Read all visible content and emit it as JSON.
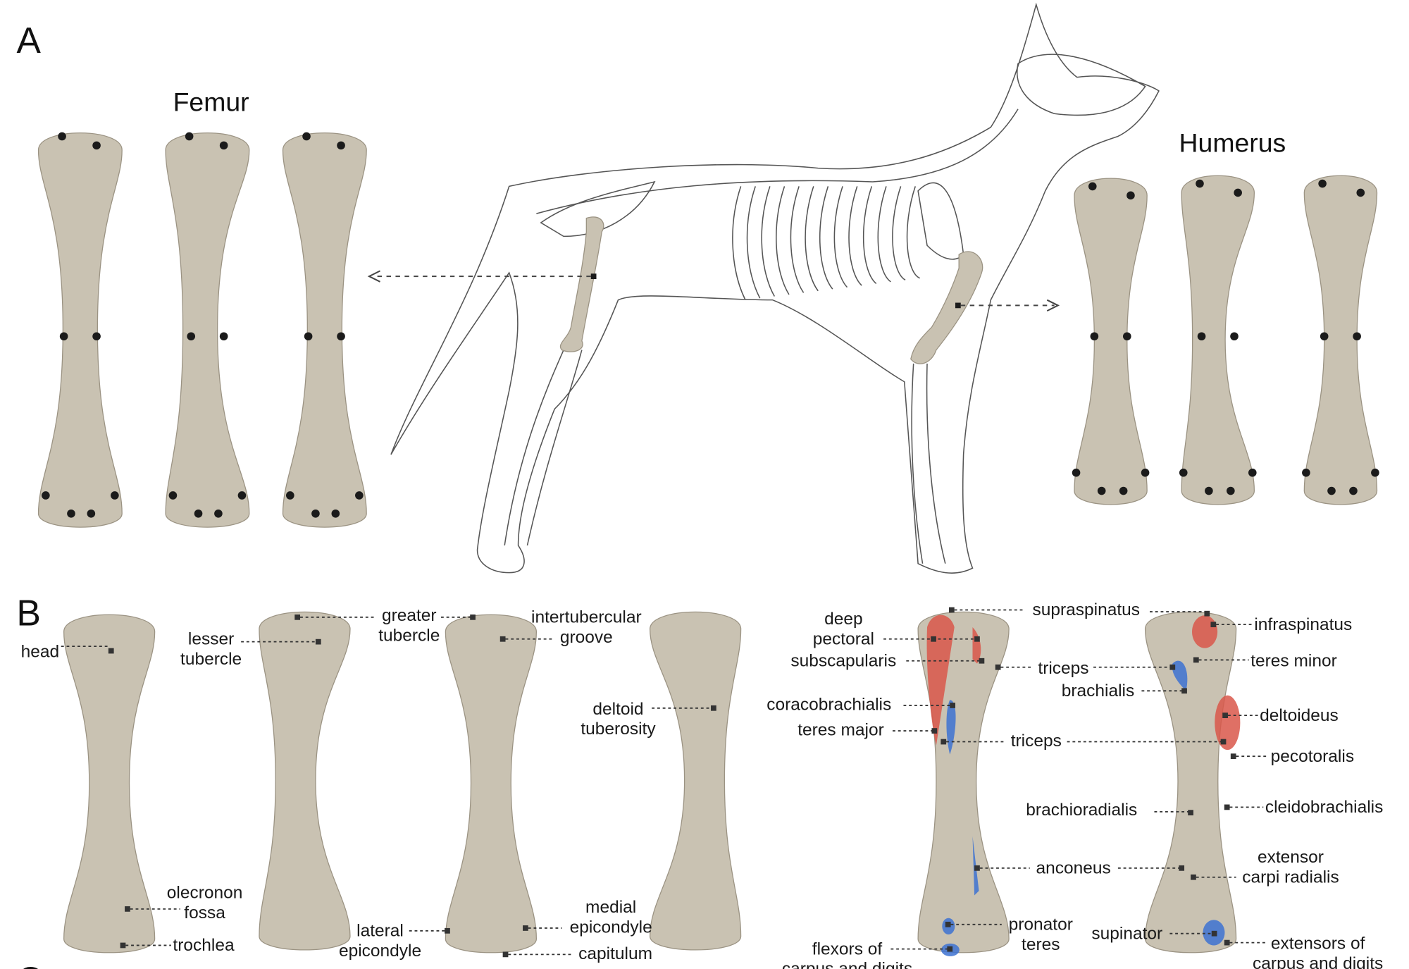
{
  "panels": {
    "a": "A",
    "b": "B",
    "c": "C"
  },
  "titles": {
    "femur": "Femur",
    "humerus": "Humerus"
  },
  "colors": {
    "bone": "#c9c2b2",
    "muscle_origin": "#d9574a",
    "muscle_insertion": "#3d72d1"
  },
  "labels": {
    "head": [
      "head"
    ],
    "lesser_tubercle": [
      "lesser",
      "tubercle"
    ],
    "greater_tubercle": [
      "greater",
      "tubercle"
    ],
    "intertubercular_groove": [
      "intertubercular",
      "groove"
    ],
    "deltoid_tuberosity": [
      "deltoid",
      "tuberosity"
    ],
    "olecronon_fossa": [
      "olecronon",
      "fossa"
    ],
    "trochlea": [
      "trochlea"
    ],
    "lateral_epicondyle": [
      "lateral",
      "epicondyle"
    ],
    "medial_epicondyle": [
      "medial",
      "epicondyle"
    ],
    "capitulum": [
      "capitulum"
    ],
    "supraspinatus": [
      "supraspinatus"
    ],
    "deep_pectoral": [
      "deep",
      "pectoral"
    ],
    "infraspinatus": [
      "infraspinatus"
    ],
    "subscapularis": [
      "subscapularis"
    ],
    "triceps_upper": [
      "triceps"
    ],
    "teres_minor": [
      "teres minor"
    ],
    "brachialis": [
      "brachialis"
    ],
    "coracobrachialis": [
      "coracobrachialis"
    ],
    "deltoideus": [
      "deltoideus"
    ],
    "teres_major": [
      "teres major"
    ],
    "triceps_lower": [
      "triceps"
    ],
    "pecotoralis": [
      "pecotoralis"
    ],
    "brachioradialis": [
      "brachioradialis"
    ],
    "cleidobrachialis": [
      "cleidobrachialis"
    ],
    "extensor_carpi_radialis": [
      "extensor",
      "carpi radialis"
    ],
    "anconeus": [
      "anconeus"
    ],
    "pronator_teres": [
      "pronator",
      "teres"
    ],
    "supinator": [
      "supinator"
    ],
    "flexors": [
      "flexors of",
      "carpus and digits"
    ],
    "extensors": [
      "extensors  of",
      "carpus and digits"
    ]
  }
}
